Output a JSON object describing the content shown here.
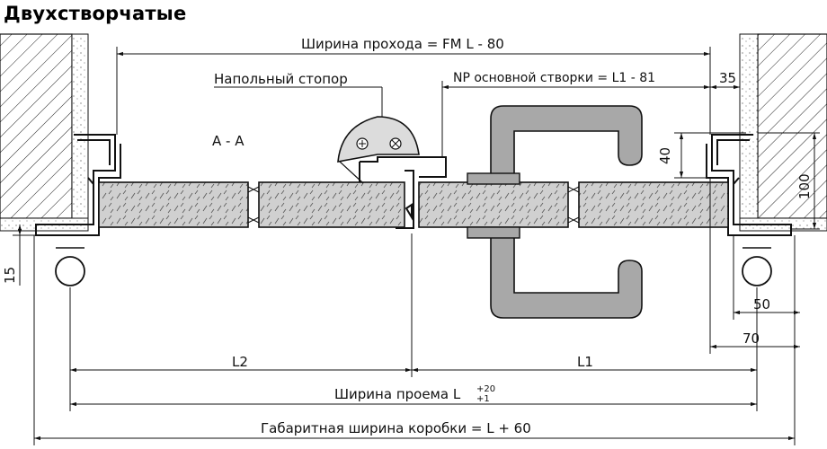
{
  "title": "Двухстворчатые",
  "labels": {
    "passage_width": "Ширина прохода = FM L - 80",
    "floor_stop": "Напольный стопор",
    "np_main_leaf": "NP основной створки = L1 - 81",
    "dim_35": "35",
    "section": "A - A",
    "dim_40": "40",
    "dim_100": "100",
    "dim_15": "15",
    "dim_50": "50",
    "dim_70": "70",
    "l2": "L2",
    "l1": "L1",
    "opening_width": "Ширина проема L",
    "tol_plus": "+20",
    "tol_minus": "+1",
    "frame_width": "Габаритная ширина коробки = L + 60"
  },
  "colors": {
    "line": "#1a1a1a",
    "door_fill": "#cfcfcf",
    "handle_fill": "#a8a8a8",
    "stop_fill": "#d8d8d8"
  }
}
